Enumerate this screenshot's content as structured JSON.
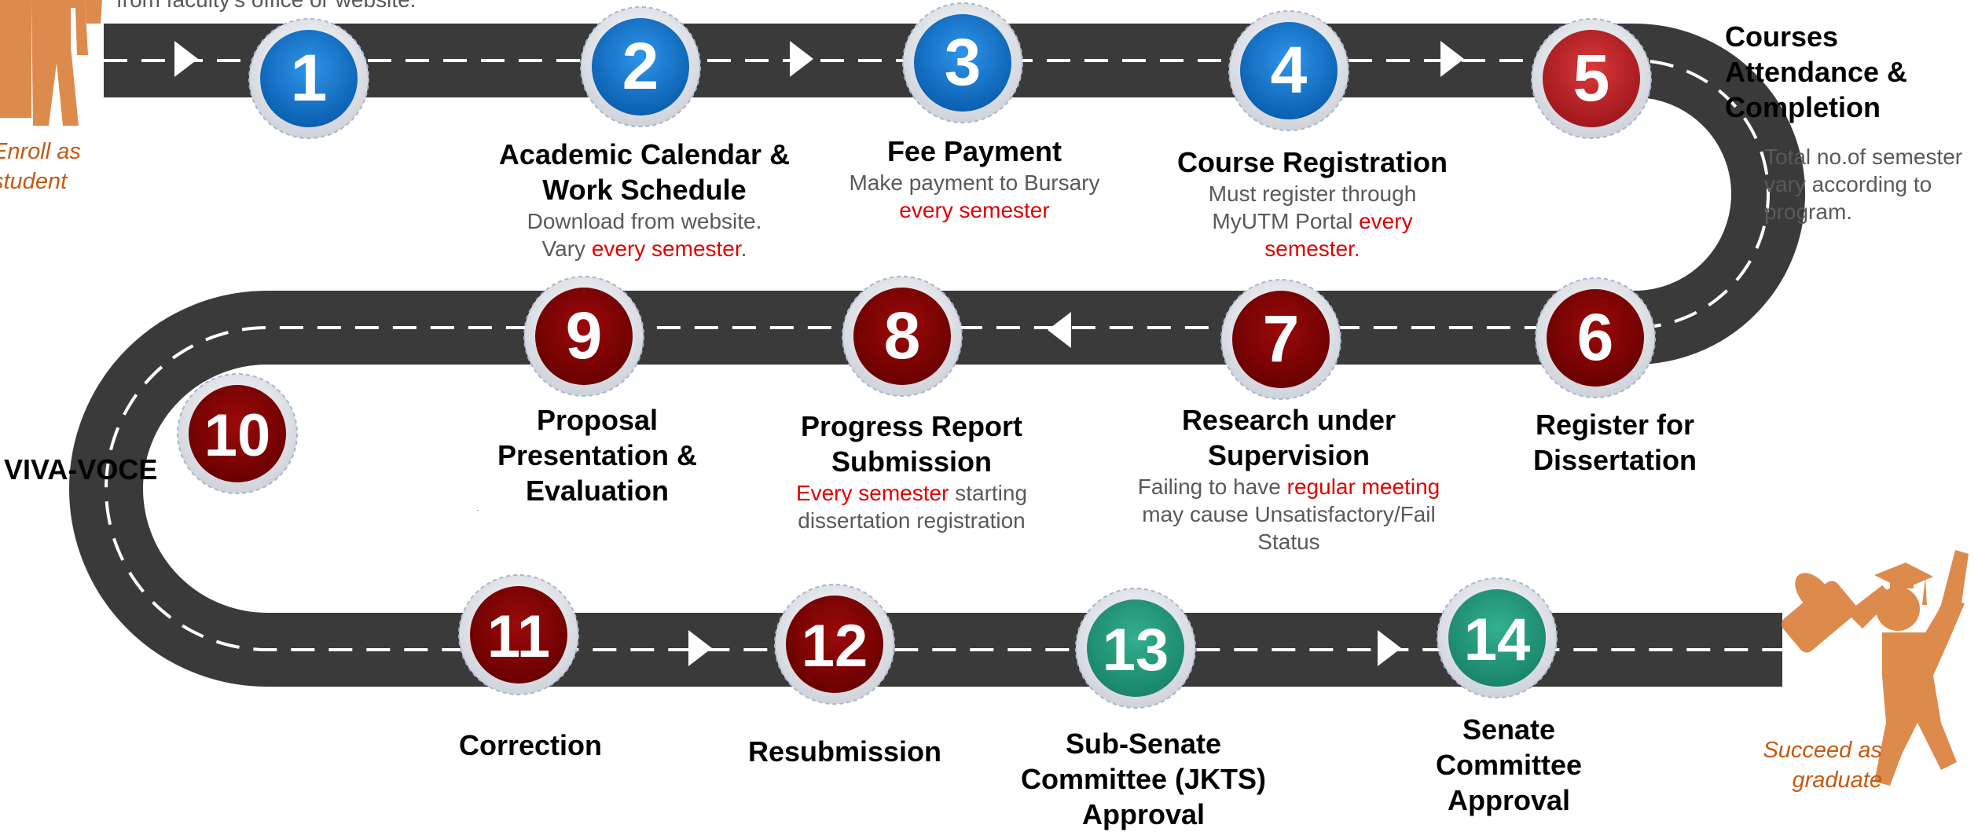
{
  "top_text": "from faculty's office or website.",
  "colors": {
    "road": "#3a3a3a",
    "dash": "#ffffff",
    "blue": "#0b6fc9",
    "red": "#b81c20",
    "maroon": "#7e0000",
    "green": "#21987a",
    "figure": "#dd8a4d",
    "caption": "#c55a11",
    "highlight": "#e00000"
  },
  "figures": {
    "start_caption": "Enroll as student",
    "end_caption": "Succeed as graduate"
  },
  "steps": [
    {
      "num": "1",
      "color": "blue",
      "title": "",
      "desc": []
    },
    {
      "num": "2",
      "color": "blue",
      "title": "Academic Calendar & Work Schedule",
      "desc": [
        {
          "t": "Download from website. Vary ",
          "hl": false
        },
        {
          "t": "every semester",
          "hl": true
        },
        {
          "t": ".",
          "hl": false
        }
      ]
    },
    {
      "num": "3",
      "color": "blue",
      "title": "Fee Payment",
      "desc": [
        {
          "t": "Make payment to Bursary ",
          "hl": false
        },
        {
          "t": "every semester",
          "hl": true
        }
      ]
    },
    {
      "num": "4",
      "color": "blue",
      "title": "Course Registration",
      "desc": [
        {
          "t": "Must register through MyUTM Portal ",
          "hl": false
        },
        {
          "t": "every semester.",
          "hl": true
        }
      ]
    },
    {
      "num": "5",
      "color": "red",
      "title": "Courses Attendance & Completion",
      "desc": [
        {
          "t": "Total no.of semester vary according to program.",
          "hl": false
        }
      ]
    },
    {
      "num": "6",
      "color": "maroon",
      "title": "Register for Dissertation",
      "desc": []
    },
    {
      "num": "7",
      "color": "maroon",
      "title": "Research under Supervision",
      "desc": [
        {
          "t": "Failing to have ",
          "hl": false
        },
        {
          "t": "regular meeting",
          "hl": true
        },
        {
          "t": " may cause Unsatisfactory/Fail Status",
          "hl": false
        }
      ]
    },
    {
      "num": "8",
      "color": "maroon",
      "title": "Progress Report Submission",
      "desc": [
        {
          "t": "Every semester",
          "hl": true
        },
        {
          "t": " starting dissertation registration",
          "hl": false
        }
      ]
    },
    {
      "num": "9",
      "color": "maroon",
      "title": "Proposal Presentation & Evaluation",
      "desc": []
    },
    {
      "num": "10",
      "color": "maroon",
      "title": "VIVA-VOCE",
      "desc": []
    },
    {
      "num": "11",
      "color": "maroon",
      "title": "Correction",
      "desc": []
    },
    {
      "num": "12",
      "color": "maroon",
      "title": "Resubmission",
      "desc": []
    },
    {
      "num": "13",
      "color": "green",
      "title": "Sub-Senate Committee (JKTS) Approval",
      "desc": []
    },
    {
      "num": "14",
      "color": "green",
      "title": "Senate Committee Approval",
      "desc": []
    }
  ]
}
